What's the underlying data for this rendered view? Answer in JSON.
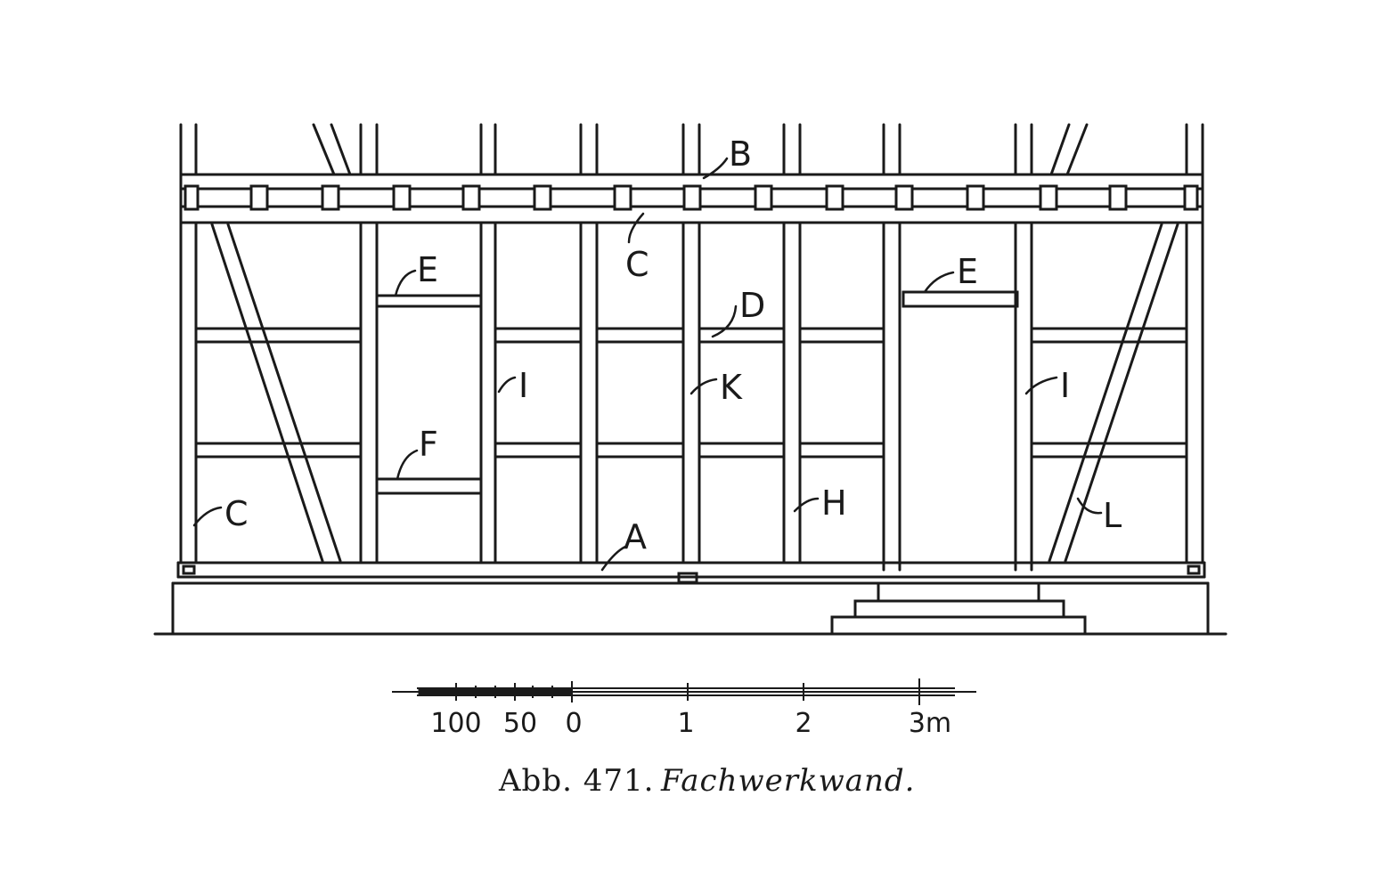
{
  "figure": {
    "labels": {
      "A": "A",
      "B": "B",
      "C_top": "C",
      "C_left": "C",
      "D": "D",
      "E_left": "E",
      "E_right": "E",
      "F": "F",
      "H": "H",
      "I_left": "I",
      "I_right": "I",
      "K": "K",
      "L": "L"
    },
    "scale": {
      "ticks": [
        "100",
        "50",
        "0",
        "1",
        "2",
        "3m"
      ]
    },
    "caption": {
      "number": "Abb. 471.",
      "title": "Fachwerkwand."
    }
  },
  "colors": {
    "ink": "#1a1a1a",
    "paper": "#ffffff"
  }
}
